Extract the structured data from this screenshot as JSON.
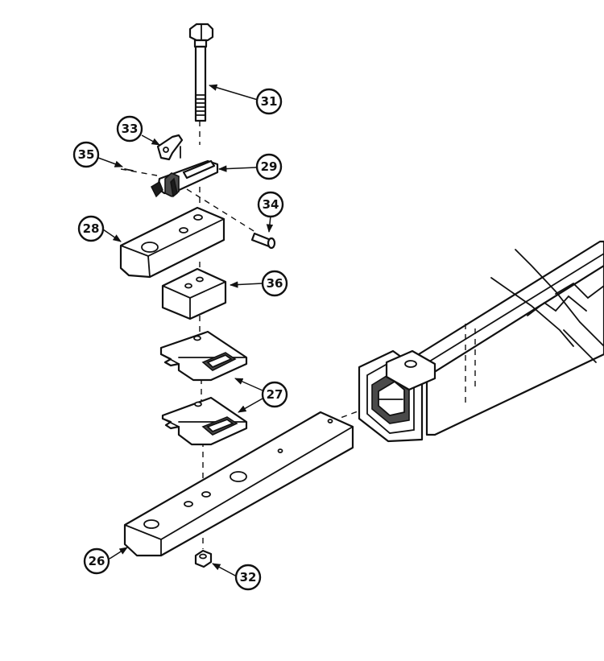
{
  "callouts": {
    "c31": "31",
    "c33": "33",
    "c35": "35",
    "c29": "29",
    "c34": "34",
    "c28": "28",
    "c36": "36",
    "c27": "27",
    "c26": "26",
    "c32": "32"
  }
}
